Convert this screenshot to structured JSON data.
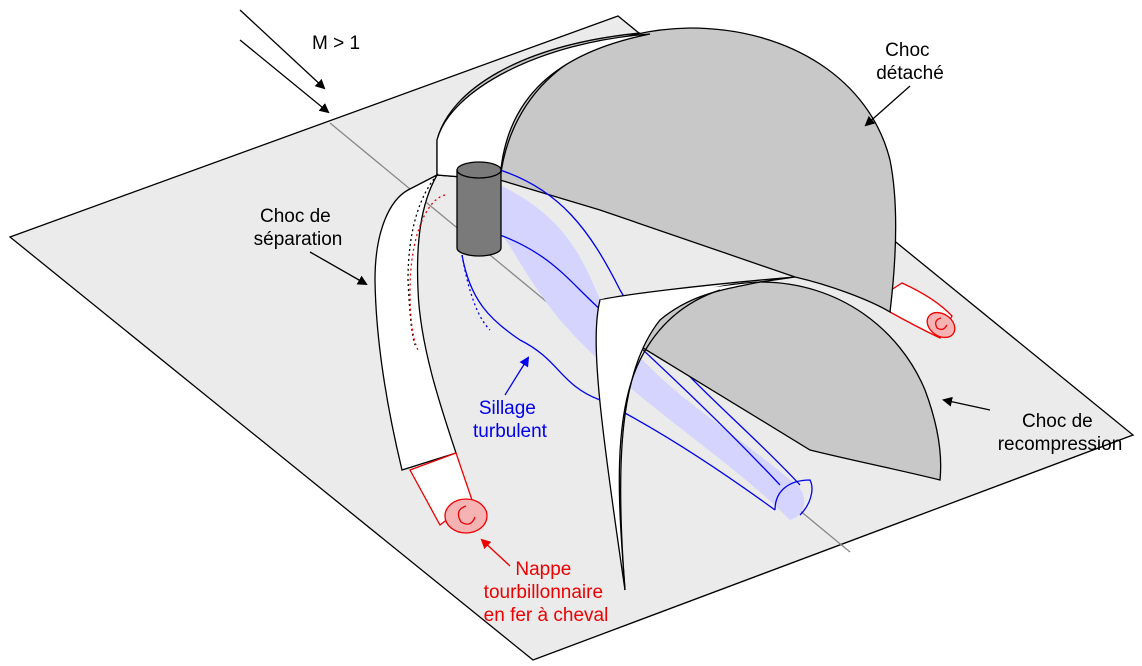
{
  "labels": {
    "mach": "M > 1",
    "detached_shock": [
      "Choc",
      "détaché"
    ],
    "separation_shock": [
      "Choc de",
      "séparation"
    ],
    "recompression_shock": [
      "Choc de",
      "recompression"
    ],
    "turbulent_wake": [
      "Sillage",
      "turbulent"
    ],
    "horseshoe_vortex": [
      "Nappe",
      "tourbillonnaire",
      "en fer à cheval"
    ]
  },
  "colors": {
    "plate_fill": "#ebebeb",
    "shock_fill": "#c8c8c8",
    "cylinder_fill": "#7a7a7a",
    "wake_color": "#0000ee",
    "wake_fill": "#d4d4ff",
    "vortex_color": "#ee0000",
    "vortex_fill": "#f5b3b3",
    "centerline": "#888888"
  }
}
